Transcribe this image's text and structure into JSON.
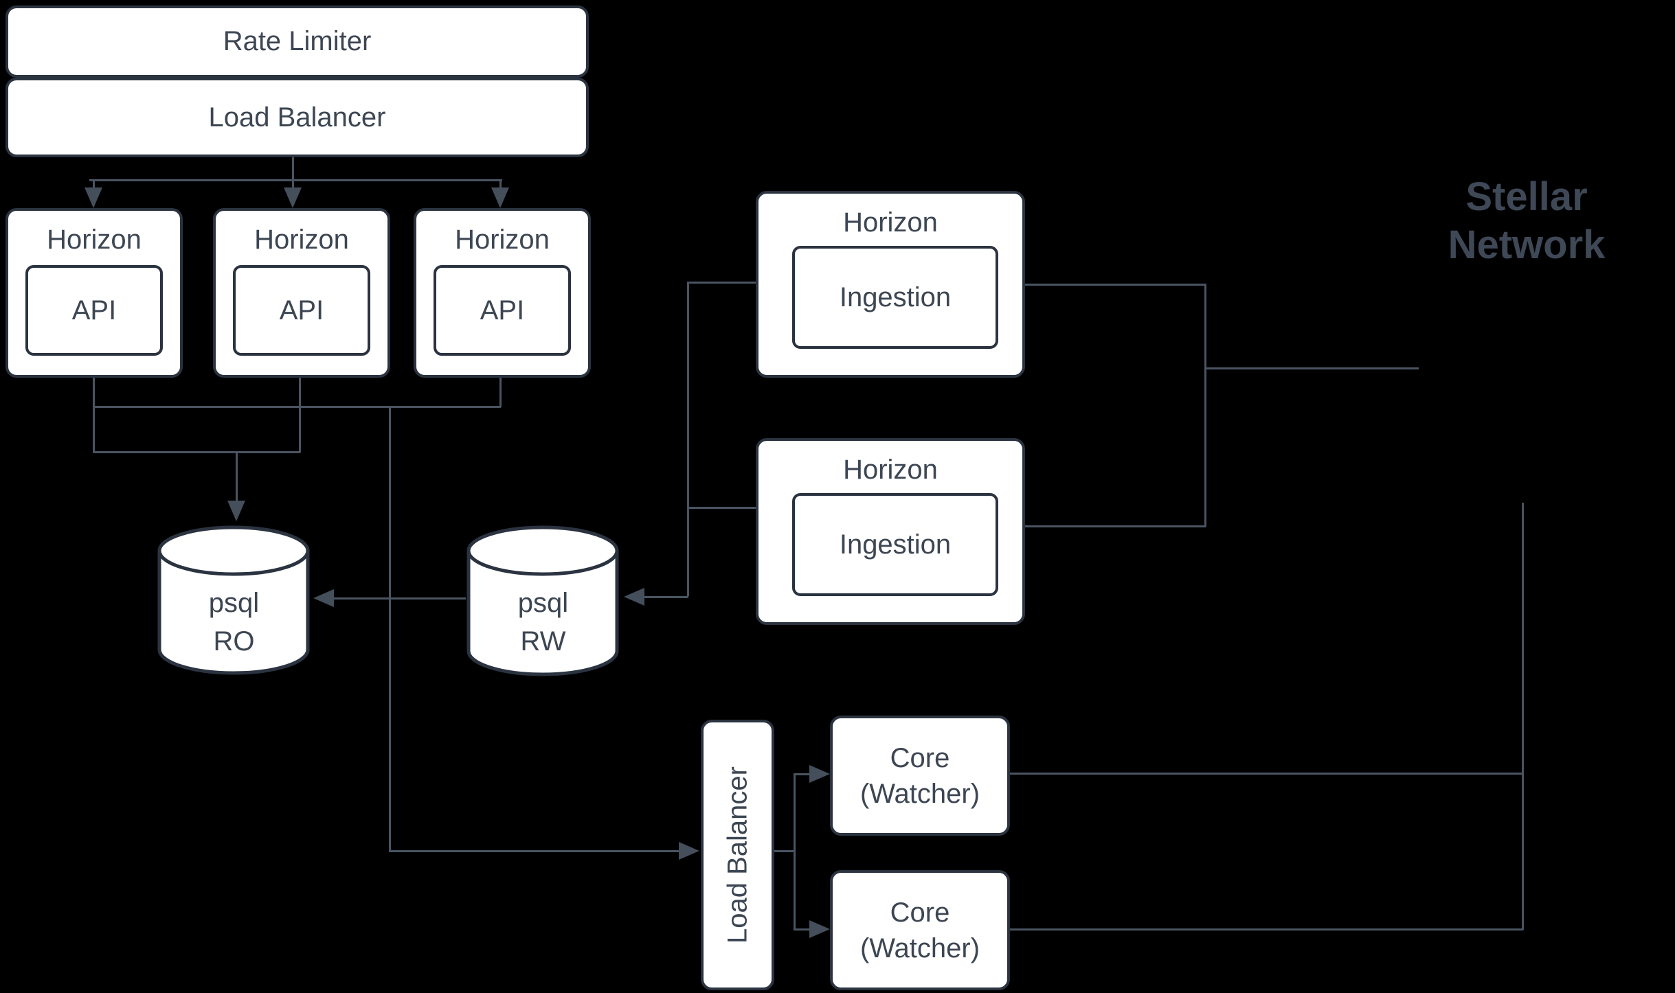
{
  "nodes": {
    "rate_limiter": {
      "label": "Rate Limiter"
    },
    "load_balancer_top": {
      "label": "Load Balancer"
    },
    "horizon_api": [
      {
        "title": "Horizon",
        "inner": "API"
      },
      {
        "title": "Horizon",
        "inner": "API"
      },
      {
        "title": "Horizon",
        "inner": "API"
      }
    ],
    "horizon_ingestion": [
      {
        "title": "Horizon",
        "inner": "Ingestion"
      },
      {
        "title": "Horizon",
        "inner": "Ingestion"
      }
    ],
    "psql_ro": {
      "line1": "psql",
      "line2": "RO"
    },
    "psql_rw": {
      "line1": "psql",
      "line2": "RW"
    },
    "load_balancer_core": {
      "label": "Load Balancer"
    },
    "core_watchers": [
      {
        "line1": "Core",
        "line2": "(Watcher)"
      },
      {
        "line1": "Core",
        "line2": "(Watcher)"
      }
    ],
    "stellar_network": {
      "line1": "Stellar",
      "line2": "Network"
    }
  },
  "colors": {
    "background": "#000000",
    "node_fill": "#ffffff",
    "node_border": "#2b3340",
    "node_text": "#3d4653",
    "connector": "#4a5462",
    "arrowhead": "#454f5c",
    "network_label_text": "#3e4856"
  }
}
